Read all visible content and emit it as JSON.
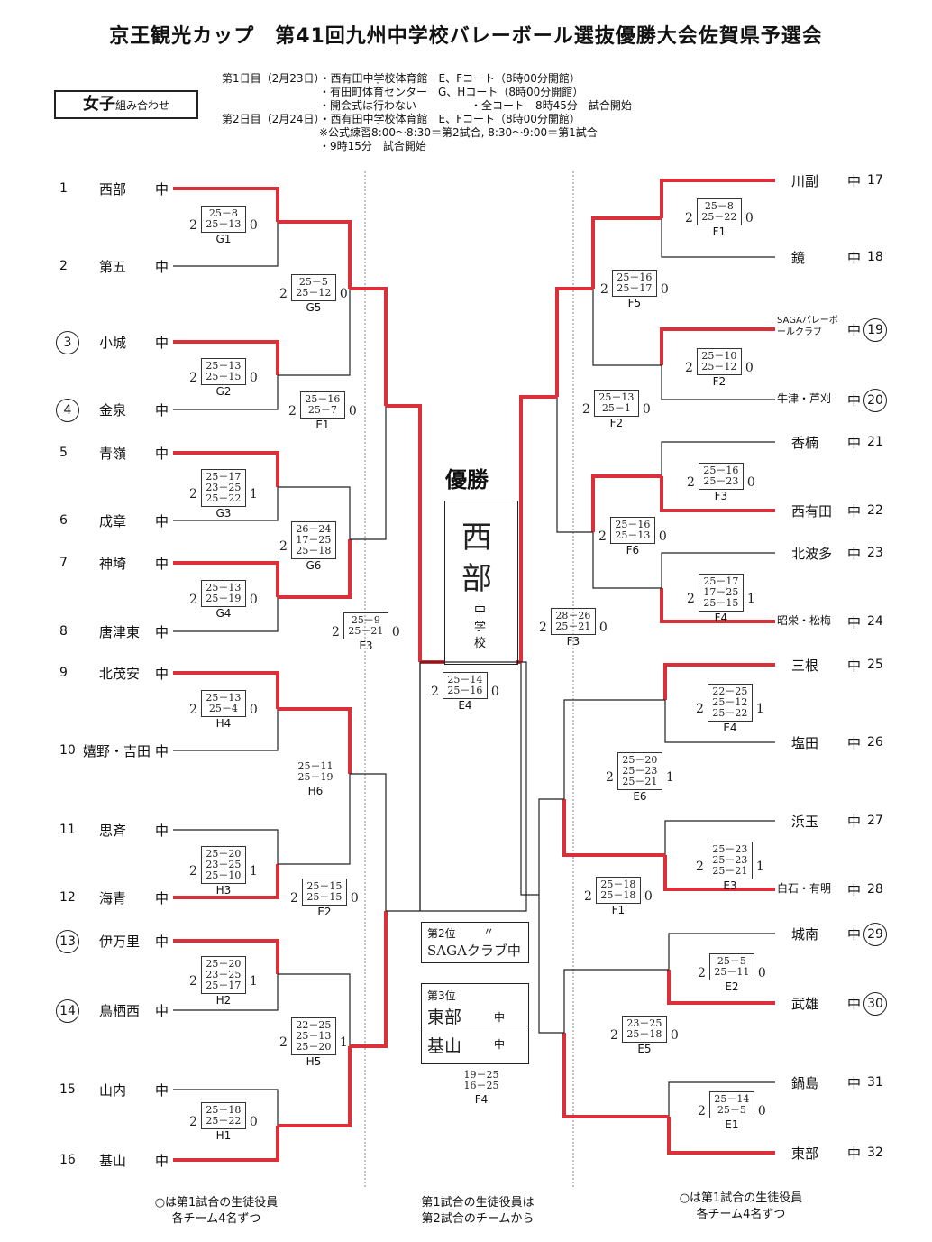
{
  "title": "京王観光カップ　第41回九州中学校バレーボール選抜優勝大会佐賀県予選会",
  "girls_label": "女子",
  "girls_sub": "組み合わせ",
  "schedule": [
    "第1日目（2月23日）・西有田中学校体育館　E、Fコート（8時00分開館）",
    "・有田町体育センター　G、Hコート（8時00分開館）",
    "・開会式は行わない　　　　　・全コート　8時45分　試合開始",
    "第2日目（2月24日）・西有田中学校体育館　E、Fコート（8時00分開館）",
    "※公式練習8:00～8:30＝第2試合, 8:30～9:00＝第1試合",
    "・9時15分　試合開始"
  ],
  "left_teams": [
    {
      "num": "1",
      "name": "西部",
      "suffix": "中",
      "circled": false
    },
    {
      "num": "2",
      "name": "第五",
      "suffix": "中",
      "circled": false
    },
    {
      "num": "3",
      "name": "小城",
      "suffix": "中",
      "circled": true
    },
    {
      "num": "4",
      "name": "金泉",
      "suffix": "中",
      "circled": true
    },
    {
      "num": "5",
      "name": "青嶺",
      "suffix": "中",
      "circled": false
    },
    {
      "num": "6",
      "name": "成章",
      "suffix": "中",
      "circled": false
    },
    {
      "num": "7",
      "name": "神埼",
      "suffix": "中",
      "circled": false
    },
    {
      "num": "8",
      "name": "唐津東",
      "suffix": "中",
      "circled": false
    },
    {
      "num": "9",
      "name": "北茂安",
      "suffix": "中",
      "circled": false
    },
    {
      "num": "10",
      "name": "嬉野・吉田",
      "suffix": "中",
      "circled": false
    },
    {
      "num": "11",
      "name": "思斉",
      "suffix": "中",
      "circled": false
    },
    {
      "num": "12",
      "name": "海青",
      "suffix": "中",
      "circled": false
    },
    {
      "num": "13",
      "name": "伊万里",
      "suffix": "中",
      "circled": true
    },
    {
      "num": "14",
      "name": "鳥栖西",
      "suffix": "中",
      "circled": true
    },
    {
      "num": "15",
      "name": "山内",
      "suffix": "中",
      "circled": false
    },
    {
      "num": "16",
      "name": "基山",
      "suffix": "中",
      "circled": false
    }
  ],
  "right_teams": [
    {
      "num": "17",
      "name": "川副",
      "suffix": "中",
      "circled": false
    },
    {
      "num": "18",
      "name": "鏡",
      "suffix": "中",
      "circled": false
    },
    {
      "num": "19",
      "name": "SAGAバレーボールクラブ",
      "suffix": "中",
      "circled": true
    },
    {
      "num": "20",
      "name": "牛津・芦刈",
      "suffix": "中",
      "circled": true
    },
    {
      "num": "21",
      "name": "香楠",
      "suffix": "中",
      "circled": false
    },
    {
      "num": "22",
      "name": "西有田",
      "suffix": "中",
      "circled": false
    },
    {
      "num": "23",
      "name": "北波多",
      "suffix": "中",
      "circled": false
    },
    {
      "num": "24",
      "name": "昭栄・松梅",
      "suffix": "中",
      "circled": false
    },
    {
      "num": "25",
      "name": "三根",
      "suffix": "中",
      "circled": false
    },
    {
      "num": "26",
      "name": "塩田",
      "suffix": "中",
      "circled": false
    },
    {
      "num": "27",
      "name": "浜玉",
      "suffix": "中",
      "circled": false
    },
    {
      "num": "28",
      "name": "白石・有明",
      "suffix": "中",
      "circled": false
    },
    {
      "num": "29",
      "name": "城南",
      "suffix": "中",
      "circled": true
    },
    {
      "num": "30",
      "name": "武雄",
      "suffix": "中",
      "circled": true
    },
    {
      "num": "31",
      "name": "鍋島",
      "suffix": "中",
      "circled": false
    },
    {
      "num": "32",
      "name": "東部",
      "suffix": "中",
      "circled": false
    }
  ],
  "matches": {
    "G1": {
      "label": "G1",
      "sets": [
        "25－8",
        "25－13"
      ],
      "left": "2",
      "right": "0"
    },
    "G2": {
      "label": "G2",
      "sets": [
        "25－13",
        "25－15"
      ],
      "left": "2",
      "right": "0"
    },
    "G3": {
      "label": "G3",
      "sets": [
        "25－17",
        "23－25",
        "25－22"
      ],
      "left": "2",
      "right": "1"
    },
    "G4": {
      "label": "G4",
      "sets": [
        "25－13",
        "25－19"
      ],
      "left": "2",
      "right": "0"
    },
    "G5": {
      "label": "G5",
      "sets": [
        "25－5",
        "25－12"
      ],
      "left": "2",
      "right": "0"
    },
    "G6": {
      "label": "G6",
      "sets": [
        "26－24",
        "17－25",
        "25－18"
      ],
      "left": "2",
      "right": ""
    },
    "H4": {
      "label": "H4",
      "sets": [
        "25－13",
        "25－4"
      ],
      "left": "2",
      "right": "0"
    },
    "H6": {
      "label": "H6",
      "sets": [
        "25－11",
        "25－19"
      ],
      "left": "",
      "right": ""
    },
    "H3": {
      "label": "H3",
      "sets": [
        "25－20",
        "23－25",
        "25－10"
      ],
      "left": "2",
      "right": "1"
    },
    "H2": {
      "label": "H2",
      "sets": [
        "25－20",
        "23－25",
        "25－17"
      ],
      "left": "2",
      "right": "1"
    },
    "H5": {
      "label": "H5",
      "sets": [
        "22－25",
        "25－13",
        "25－20"
      ],
      "left": "2",
      "right": "1"
    },
    "H1": {
      "label": "H1",
      "sets": [
        "25－18",
        "25－22"
      ],
      "left": "2",
      "right": "0"
    },
    "E1L": {
      "label": "E1",
      "sets": [
        "25－16",
        "25－7"
      ],
      "left": "2",
      "right": "0"
    },
    "E3L": {
      "label": "E3",
      "sets": [
        "25－9",
        "25－21"
      ],
      "left": "2",
      "right": "0"
    },
    "E2L": {
      "label": "E2",
      "sets": [
        "25－15",
        "25－15"
      ],
      "left": "2",
      "right": "0"
    },
    "E4C": {
      "label": "E4",
      "sets": [
        "25－14",
        "25－16"
      ],
      "left": "2",
      "right": "0"
    },
    "F1": {
      "label": "F1",
      "sets": [
        "25－8",
        "25－22"
      ],
      "left": "2",
      "right": "0"
    },
    "F2": {
      "label": "F2",
      "sets": [
        "25－10",
        "25－12"
      ],
      "left": "2",
      "right": "0"
    },
    "F5": {
      "label": "F5",
      "sets": [
        "25－16",
        "25－17"
      ],
      "left": "2",
      "right": "0"
    },
    "F2C": {
      "label": "F2",
      "sets": [
        "25－13",
        "25－1"
      ],
      "left": "2",
      "right": "0"
    },
    "F3": {
      "label": "F3",
      "sets": [
        "25－16",
        "25－23"
      ],
      "left": "2",
      "right": "0"
    },
    "F6": {
      "label": "F6",
      "sets": [
        "25－16",
        "25－13"
      ],
      "left": "2",
      "right": "0"
    },
    "F4": {
      "label": "F4",
      "sets": [
        "25－17",
        "17－25",
        "25－15"
      ],
      "left": "2",
      "right": "1"
    },
    "F3C": {
      "label": "F3",
      "sets": [
        "28－26",
        "25－21"
      ],
      "left": "2",
      "right": "0"
    },
    "E4": {
      "label": "E4",
      "sets": [
        "22－25",
        "25－12",
        "25－22"
      ],
      "left": "2",
      "right": "1"
    },
    "E6": {
      "label": "E6",
      "sets": [
        "25－20",
        "25－23",
        "25－21"
      ],
      "left": "2",
      "right": "1"
    },
    "E3": {
      "label": "E3",
      "sets": [
        "25－23",
        "25－23",
        "25－21"
      ],
      "left": "2",
      "right": "1"
    },
    "F1C": {
      "label": "F1",
      "sets": [
        "25－18",
        "25－18"
      ],
      "left": "2",
      "right": "0"
    },
    "E2": {
      "label": "E2",
      "sets": [
        "25－5",
        "25－11"
      ],
      "left": "2",
      "right": "0"
    },
    "E5": {
      "label": "E5",
      "sets": [
        "23－25",
        "25－18"
      ],
      "left": "2",
      "right": "0"
    },
    "E1": {
      "label": "E1",
      "sets": [
        "25－14",
        "25－5"
      ],
      "left": "2",
      "right": "0"
    },
    "F4C": {
      "label": "F4",
      "sets": [
        "19－25",
        "16－25"
      ],
      "left": "",
      "right": ""
    }
  },
  "champion": {
    "title": "優勝",
    "name1": "西",
    "name2": "部",
    "suffix1": "中",
    "suffix2": "学",
    "suffix3": "校"
  },
  "second": {
    "label": "第2位",
    "name": "SAGAクラブ中",
    "mark": "〃"
  },
  "third": {
    "label": "第3位",
    "team1": "東部",
    "team2": "基山",
    "suffix": "中"
  },
  "footer_left": [
    "○は第1試合の生徒役員",
    "各チーム4名ずつ"
  ],
  "footer_center": [
    "第1試合の生徒役員は",
    "第2試合のチームから"
  ],
  "footer_right": [
    "○は第1試合の生徒役員",
    "各チーム4名ずつ"
  ],
  "colors": {
    "winner_line": "#d9303a",
    "line": "#222222"
  }
}
